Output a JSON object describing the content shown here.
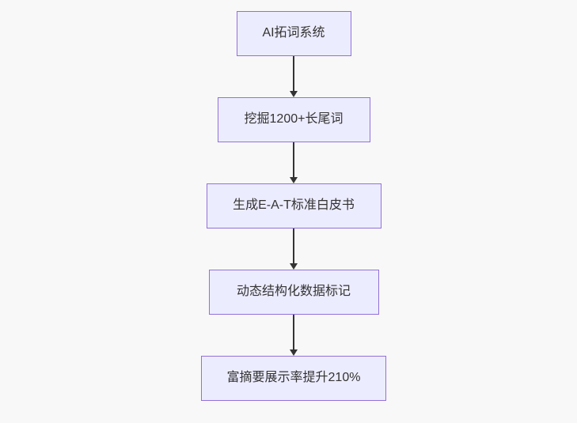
{
  "flowchart": {
    "type": "flowchart",
    "direction": "top-down",
    "nodes": [
      {
        "label": "AI拓词系统"
      },
      {
        "label": "挖掘1200+长尾词"
      },
      {
        "label": "生成E-A-T标准白皮书"
      },
      {
        "label": "动态结构化数据标记"
      },
      {
        "label": "富摘要展示率提升210%"
      }
    ],
    "edges": [
      {
        "from": 0,
        "to": 1,
        "style": "arrow-down"
      },
      {
        "from": 1,
        "to": 2,
        "style": "arrow-down"
      },
      {
        "from": 2,
        "to": 3,
        "style": "arrow-down"
      },
      {
        "from": 3,
        "to": 4,
        "style": "arrow-down"
      }
    ]
  },
  "colors": {
    "background": "#F8F8F8",
    "node_fill": "#ECECFF",
    "node_border": "#9370DB",
    "node_text": "#333333",
    "arrow": "#333333"
  }
}
